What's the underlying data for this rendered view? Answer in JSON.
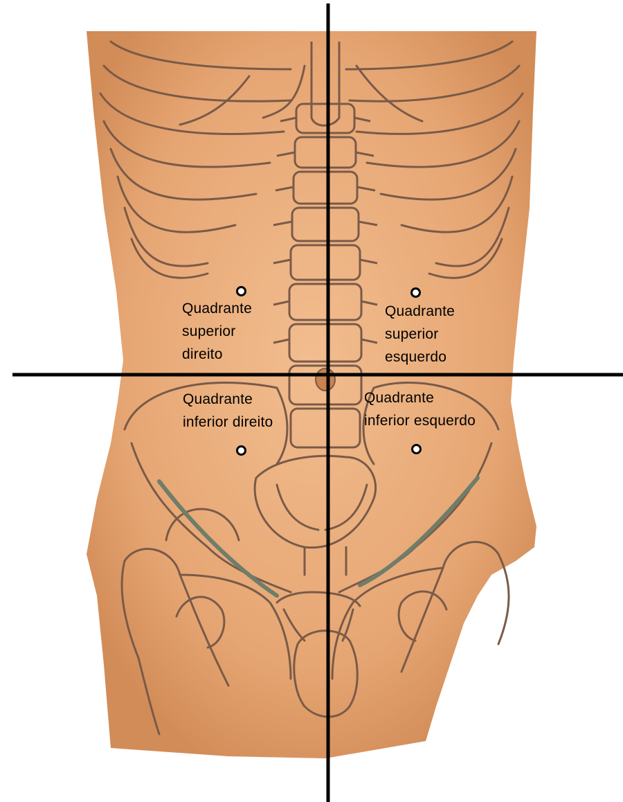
{
  "quadrants": {
    "upper_right_of_body": {
      "lines": [
        "Quadrante",
        "superior",
        "direito"
      ]
    },
    "upper_left_of_body": {
      "lines": [
        "Quadrante",
        "superior",
        "esquerdo"
      ]
    },
    "lower_right_of_body": {
      "lines": [
        "Quadrante",
        "inferior direito"
      ]
    },
    "lower_left_of_body": {
      "lines": [
        "Quadrante",
        "inferior esquerdo"
      ]
    }
  },
  "colors": {
    "skin_light": "#f0b88a",
    "skin_mid": "#e0a06c",
    "skin_shadow": "#c9834f",
    "sketch_line": "#7a5a48",
    "axis_line": "#000000"
  },
  "icons": {
    "quadrant_marker": "circle-dot-icon"
  }
}
